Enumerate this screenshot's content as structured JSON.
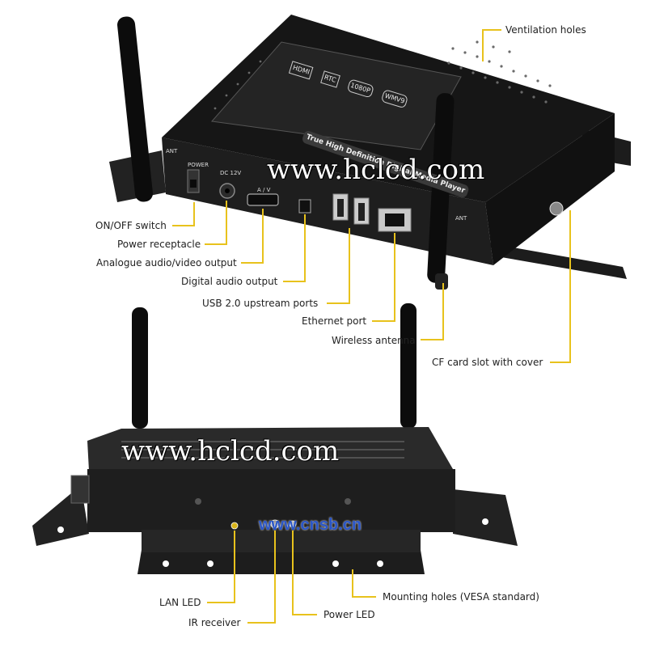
{
  "callouts_top": {
    "ventilation": "Ventilation holes",
    "onoff": "ON/OFF switch",
    "power_receptacle": "Power receptacle",
    "analogue": "Analogue audio/video output",
    "digital_audio": "Digital audio output",
    "usb": "USB 2.0 upstream ports",
    "ethernet": "Ethernet port",
    "wireless": "Wireless antenna",
    "cf_card": "CF card slot with cover"
  },
  "callouts_bottom": {
    "lan_led": "LAN LED",
    "ir_receiver": "IR receiver",
    "power_led": "Power LED",
    "mounting": "Mounting holes (VESA standard)"
  },
  "device_labels": {
    "ant_left": "ANT",
    "power": "POWER",
    "dc12v": "DC 12V",
    "av": "A / V",
    "ant_right": "ANT",
    "banner": "True High Definition Digital Media Player",
    "badges": [
      "HDMI",
      "RTC",
      "1080P",
      "WMV9"
    ]
  },
  "watermarks": {
    "top": "www.hclcd.com",
    "bottom": "www.hclcd.com",
    "cnsb": "www.cnsb.cn"
  },
  "colors": {
    "leader_line": "#e8c21c",
    "device_body": "#1b1b1b",
    "panel": "#2b2b2b"
  }
}
